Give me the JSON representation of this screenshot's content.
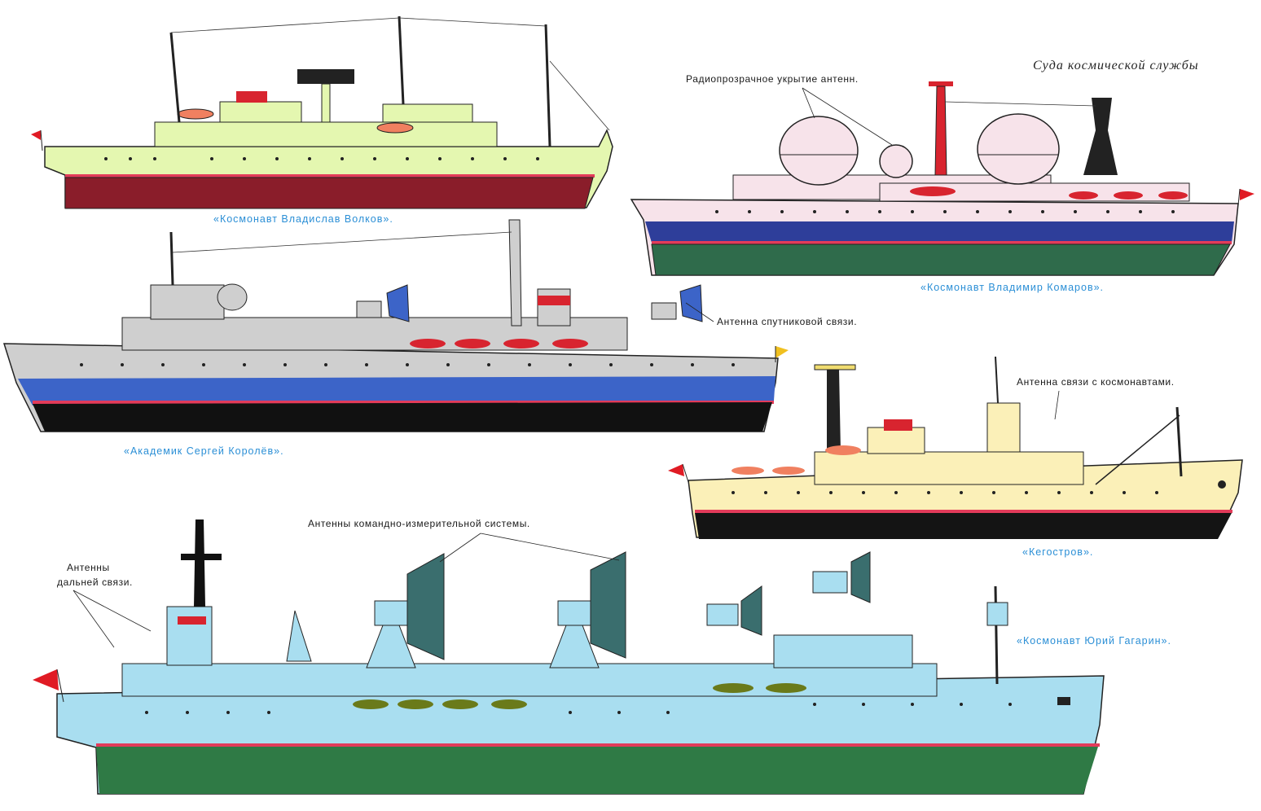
{
  "page_title": "Суда космической службы",
  "ships": [
    {
      "id": "volkov",
      "caption": "«Космонавт Владислав Волков»."
    },
    {
      "id": "komarov",
      "caption": "«Космонавт Владимир Комаров»."
    },
    {
      "id": "korolev",
      "caption": "«Академик Сергей Королёв»."
    },
    {
      "id": "kegostrov",
      "caption": "«Кегостров»."
    },
    {
      "id": "gagarin",
      "caption": "«Космонавт Юрий Гагарин»."
    }
  ],
  "annotations": {
    "radome": "Радиопрозрачное укрытие антенн.",
    "satellite_antenna": "Антенна спутниковой связи.",
    "cosmonaut_antenna": "Антенна связи с космонавтами.",
    "command_antennas": "Антенны командно-измерительной системы.",
    "long_range_line1": "Антенны",
    "long_range_line2": "дальней связи."
  },
  "colors": {
    "volkov_hull": "#e4f7b0",
    "volkov_bottom": "#8a1d2a",
    "komarov_hull": "#f7e3ea",
    "komarov_belt": "#2e3e9a",
    "komarov_bottom": "#2f6b4b",
    "korolev_hull": "#cfcfcf",
    "korolev_belt": "#3c64c8",
    "korolev_bottom": "#111111",
    "kegostrov_hull": "#fbf0b8",
    "kegostrov_bottom": "#141414",
    "gagarin_hull": "#a9def0",
    "gagarin_bottom": "#2f7a45",
    "waterline": "#e23b5a",
    "caption": "#2b8fd6",
    "flag": "#e01b24"
  }
}
